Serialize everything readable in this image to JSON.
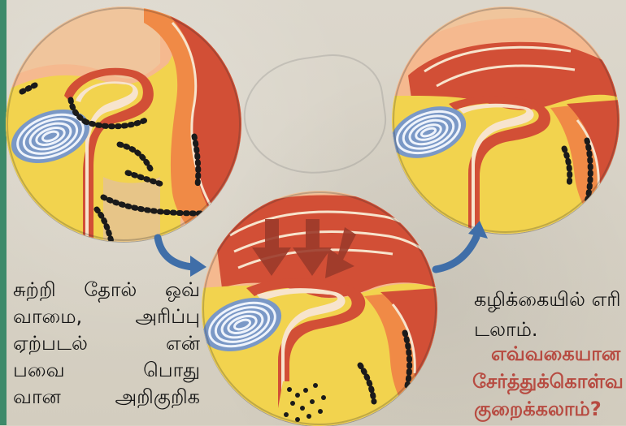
{
  "text_left": {
    "l1a": "சுற்றி",
    "l1b": "தோல்",
    "l1c": "ஒவ்",
    "l2a": "வாமை,",
    "l2b": "அரிப்பு",
    "l3a": "ஏற்படல்",
    "l3b": "என்",
    "l4a": "பவை",
    "l4b": "பொது",
    "l5a": "வான",
    "l5b": "அறிகுறிக"
  },
  "text_right": {
    "line1": "கழிக்கையில் எரி",
    "line2": "டலாம்.",
    "q1": "எவ்வகையான",
    "q2": "சேர்த்துக்கொள்வ",
    "q3": "குறைக்கலாம்?"
  },
  "colors": {
    "accent_red": "#b74b41",
    "arrow_blue": "#3f6ea8",
    "tissue_red": "#d24f36",
    "tissue_orange": "#f08a46",
    "fat_yellow": "#f2d34e",
    "bg_pink": "#f0a57a",
    "spiral_blue": "#7a98c6"
  },
  "icons": {
    "left_arrow": "curved-arrow-icon",
    "right_arrow": "curved-arrow-icon"
  }
}
